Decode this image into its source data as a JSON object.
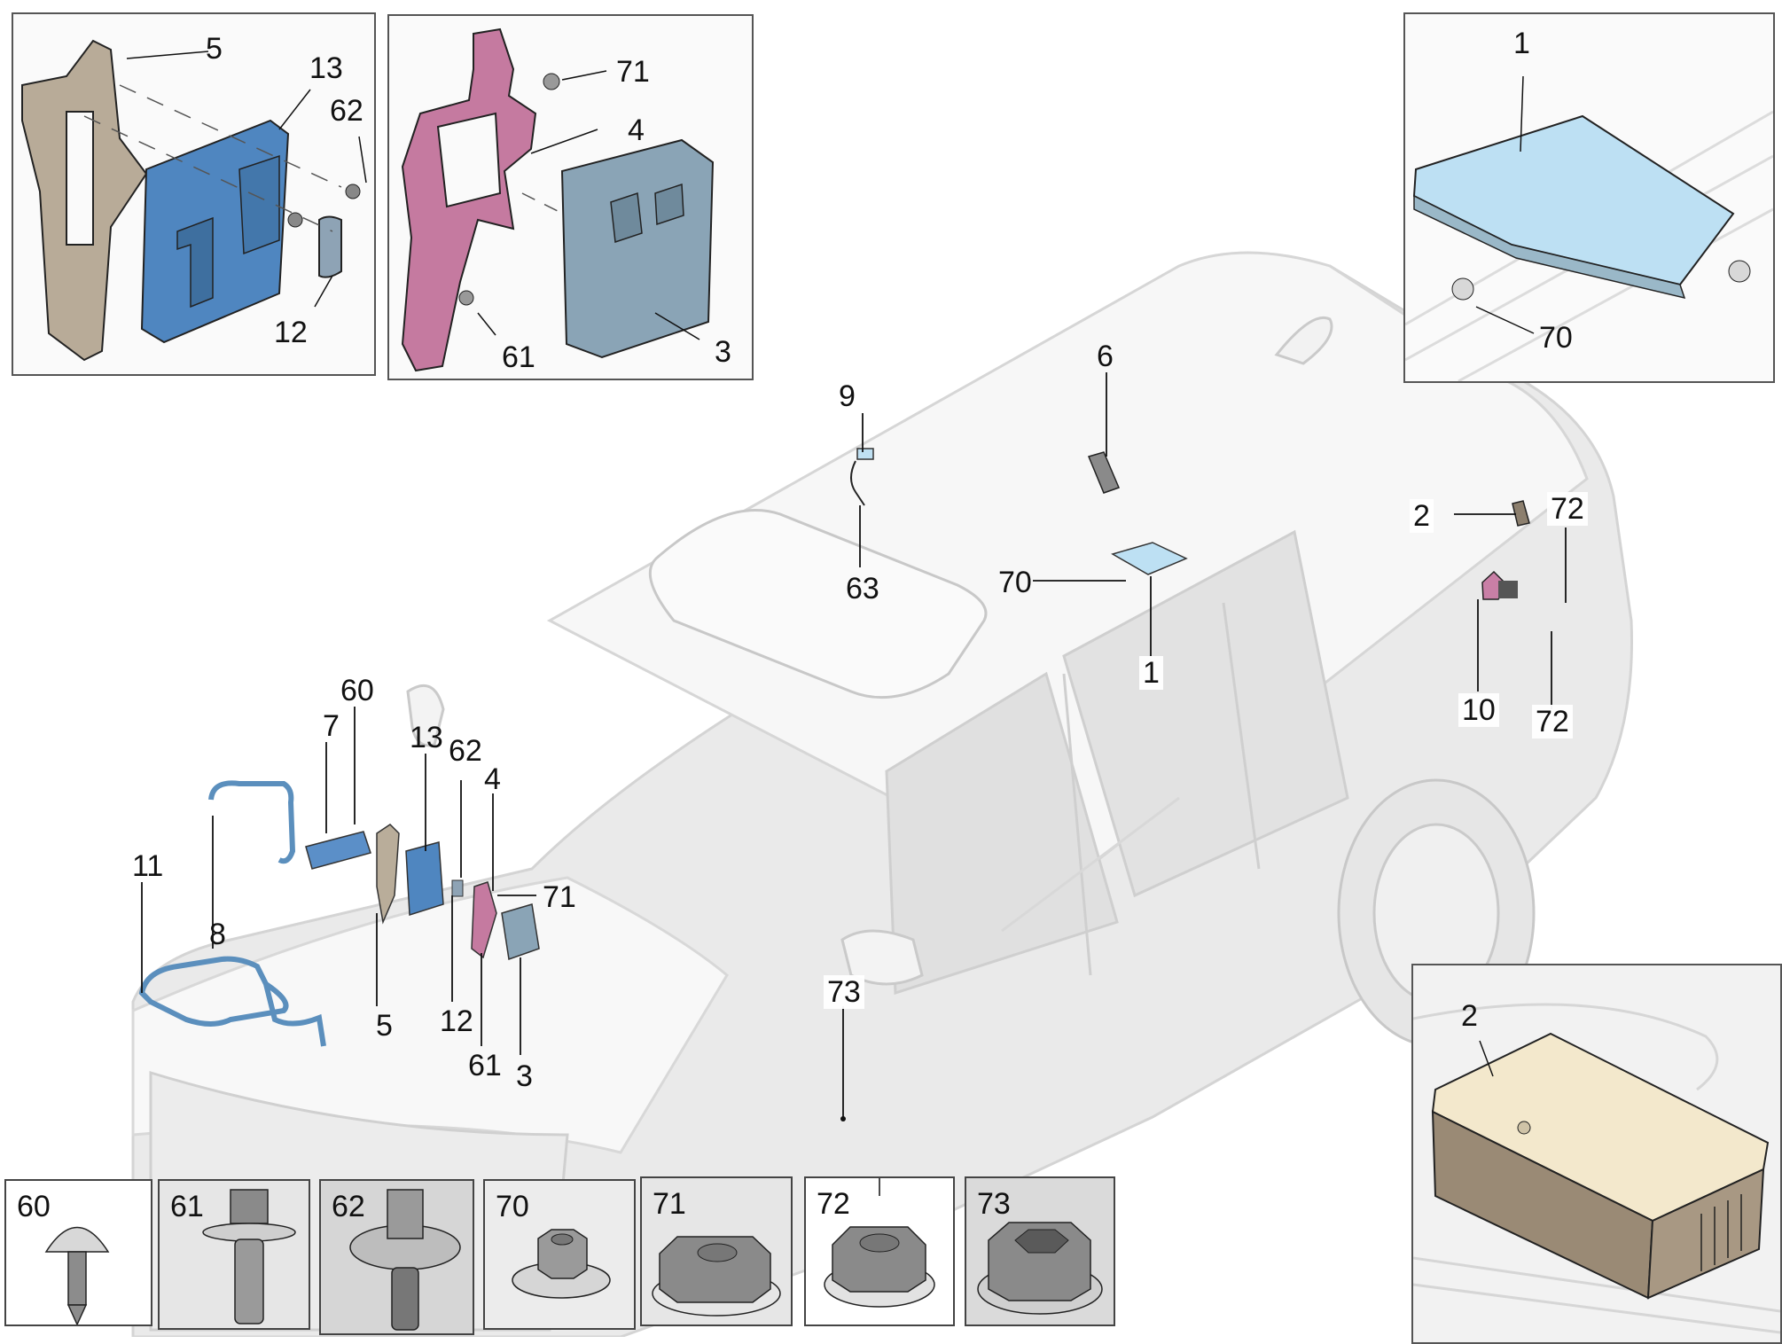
{
  "diagram": {
    "type": "exploded-parts-diagram",
    "subject": "vehicle electronic control units and antennas",
    "main_callouts": [
      {
        "id": "c9",
        "label": "9"
      },
      {
        "id": "c63",
        "label": "63"
      },
      {
        "id": "c6",
        "label": "6"
      },
      {
        "id": "c70",
        "label": "70"
      },
      {
        "id": "c1",
        "label": "1"
      },
      {
        "id": "c2",
        "label": "2"
      },
      {
        "id": "c72a",
        "label": "72"
      },
      {
        "id": "c10",
        "label": "10"
      },
      {
        "id": "c72b",
        "label": "72"
      },
      {
        "id": "c60",
        "label": "60"
      },
      {
        "id": "c7",
        "label": "7"
      },
      {
        "id": "c13",
        "label": "13"
      },
      {
        "id": "c62",
        "label": "62"
      },
      {
        "id": "c4",
        "label": "4"
      },
      {
        "id": "c71",
        "label": "71"
      },
      {
        "id": "c11",
        "label": "11"
      },
      {
        "id": "c8",
        "label": "8"
      },
      {
        "id": "c5",
        "label": "5"
      },
      {
        "id": "c12",
        "label": "12"
      },
      {
        "id": "c61",
        "label": "61"
      },
      {
        "id": "c3",
        "label": "3"
      },
      {
        "id": "c73",
        "label": "73"
      }
    ],
    "detail_panels": {
      "bracket_module_left": {
        "callouts": [
          "5",
          "13",
          "62",
          "12"
        ],
        "colors": {
          "bracket": "#b8ab98",
          "module": "#4f86c0",
          "cap": "#8ea3b5"
        }
      },
      "bracket_module_right": {
        "callouts": [
          "71",
          "4",
          "61",
          "3"
        ],
        "colors": {
          "bracket": "#c57aa0",
          "module": "#8aa4b6"
        }
      },
      "roof_module": {
        "callouts": [
          "1",
          "70"
        ],
        "colors": {
          "module": "#bde0f3"
        }
      },
      "box_module": {
        "callouts": [
          "2"
        ],
        "colors": {
          "lid": "#f3e8cc",
          "body": "#9a8a75"
        }
      }
    },
    "fasteners": [
      {
        "number": "60",
        "kind": "pan-head-screw"
      },
      {
        "number": "61",
        "kind": "hex-bolt-with-washer"
      },
      {
        "number": "62",
        "kind": "hex-bolt-with-washer"
      },
      {
        "number": "70",
        "kind": "flange-nut"
      },
      {
        "number": "71",
        "kind": "flange-nut"
      },
      {
        "number": "72",
        "kind": "flange-nut"
      },
      {
        "number": "73",
        "kind": "flange-nut"
      }
    ]
  }
}
